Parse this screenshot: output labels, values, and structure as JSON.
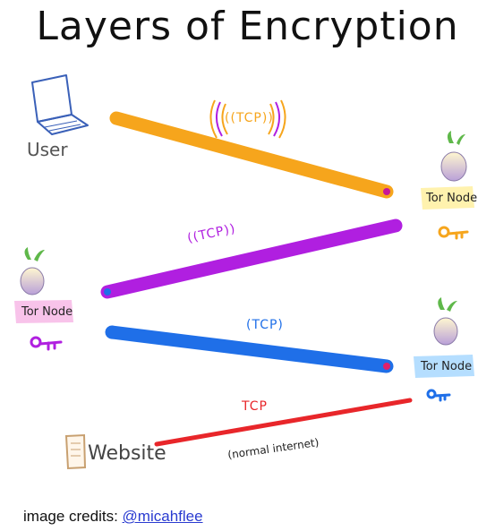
{
  "title": "Layers of Encryption",
  "user_label": "User",
  "website_label": "Website",
  "node_label": "Tor Node",
  "tcp": [
    "((TCP))",
    "((TCP))",
    "(TCP)",
    "TCP"
  ],
  "normal_internet": "(normal internet)",
  "credits": {
    "prefix": "image credits: ",
    "handle": "@micahflee"
  },
  "colors": {
    "orange": "#f6a51c",
    "purple": "#b01fe0",
    "blue": "#1f6fe8",
    "red": "#e8262a",
    "link": "#2a3bd0"
  },
  "icons": [
    "laptop-icon",
    "onion-icon",
    "key-icon",
    "webpage-icon"
  ]
}
